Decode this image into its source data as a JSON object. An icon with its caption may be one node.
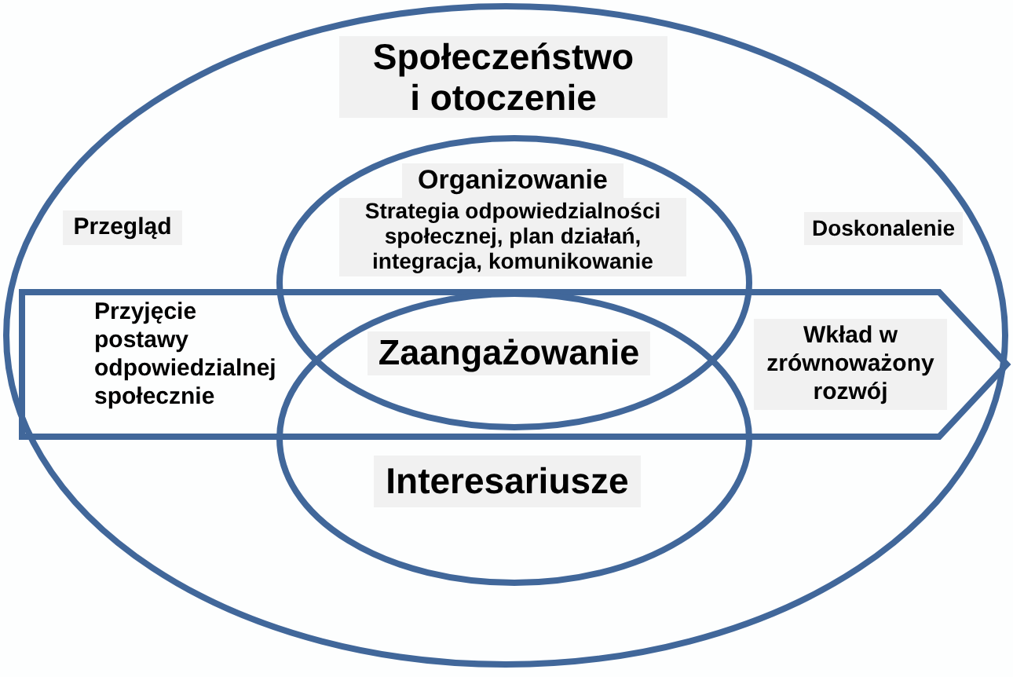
{
  "diagram": {
    "nodes": [
      {
        "text": [
          "Społeczeństwo i otoczenie",
          "Przegląd",
          "Doskonalenie"
        ]
      },
      {
        "text": [
          "Organizowanie",
          "Strategia odpowiedzialności społecznej, plan działań, integracja, komunikowanie"
        ],
        "in": 0
      },
      {
        "text": [
          "Przyjęcie postawy odpowiedzialnej społecznie",
          "Wkład w zrównoważony rozwój"
        ],
        "in": 0
      },
      {
        "text": [
          "Interesariusze"
        ],
        "in": 0
      }
    ],
    "labels": [
      "Zaangażowanie"
    ]
  }
}
